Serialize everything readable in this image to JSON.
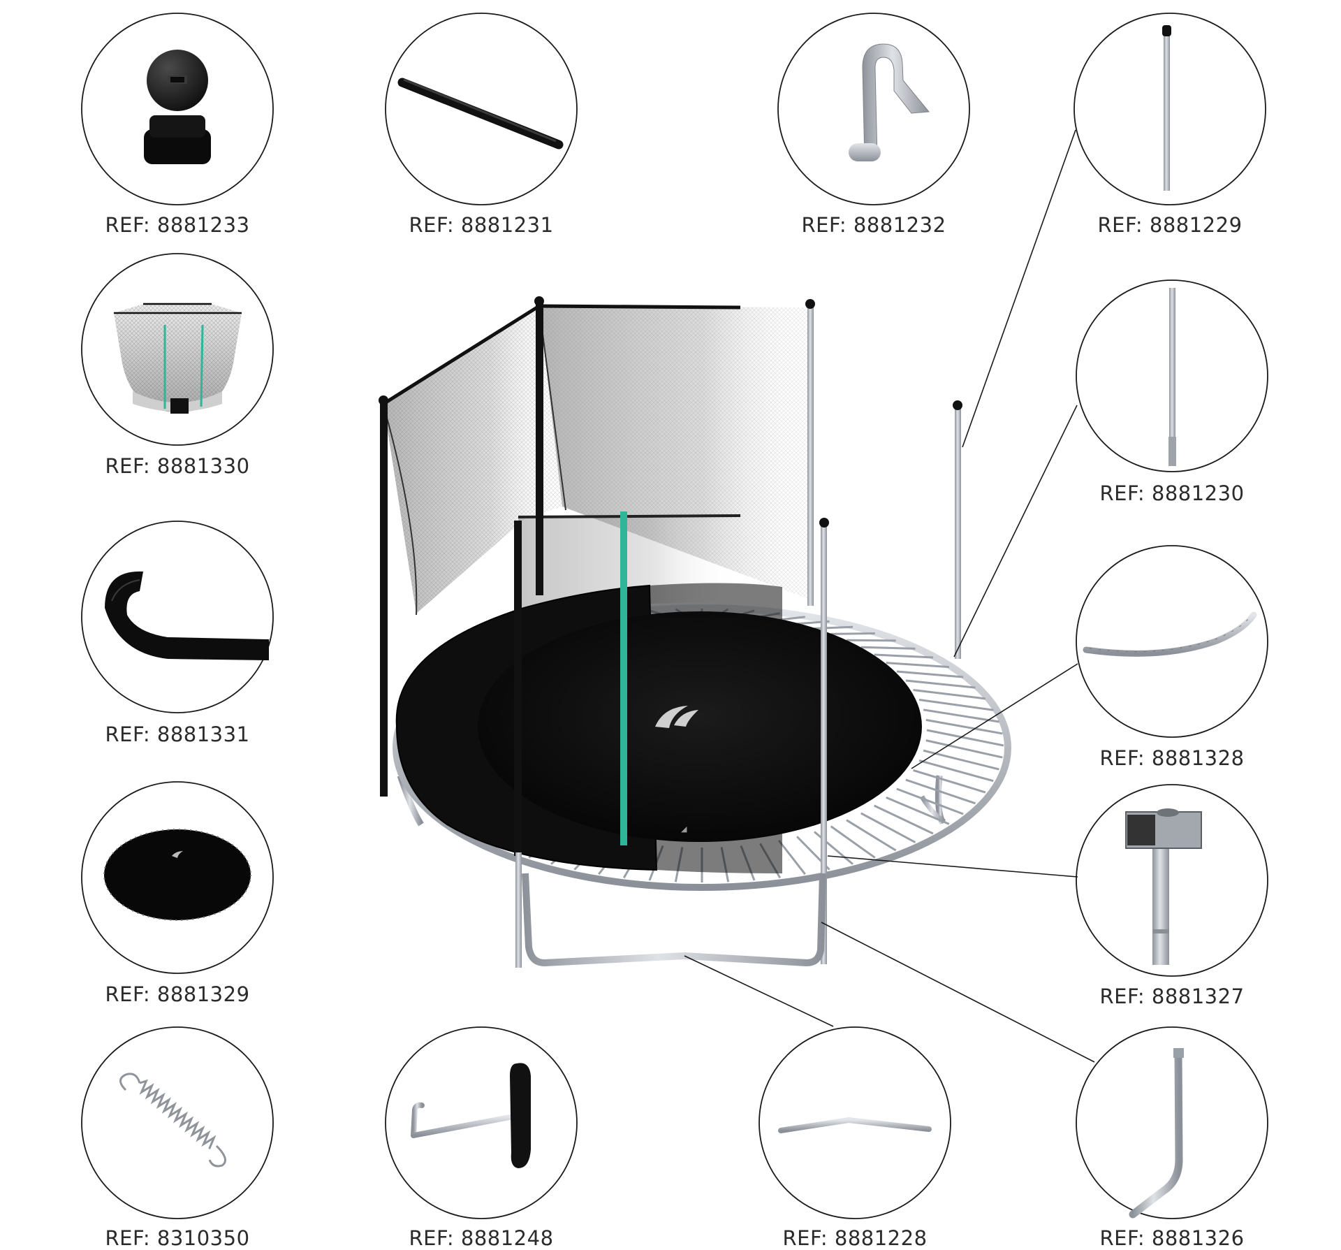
{
  "prefix": "REF: ",
  "parts": [
    {
      "id": "post-cap",
      "ref": "8881233"
    },
    {
      "id": "foam-sleeve",
      "ref": "8881231"
    },
    {
      "id": "net-clip",
      "ref": "8881232"
    },
    {
      "id": "upper-pole",
      "ref": "8881229"
    },
    {
      "id": "safety-net",
      "ref": "8881330"
    },
    {
      "id": "lower-pole",
      "ref": "8881230"
    },
    {
      "id": "padding-segment",
      "ref": "8881331"
    },
    {
      "id": "frame-tube",
      "ref": "8881328"
    },
    {
      "id": "jumping-mat",
      "ref": "8881329"
    },
    {
      "id": "t-connector",
      "ref": "8881327"
    },
    {
      "id": "spring",
      "ref": "8310350"
    },
    {
      "id": "spring-tool",
      "ref": "8881248"
    },
    {
      "id": "base-bar",
      "ref": "8881228"
    },
    {
      "id": "leg",
      "ref": "8881326"
    }
  ],
  "colors": {
    "accent": "#2fb597",
    "metal": "#a9adb4",
    "dark": "#101010",
    "net": "#cfcfcf"
  }
}
